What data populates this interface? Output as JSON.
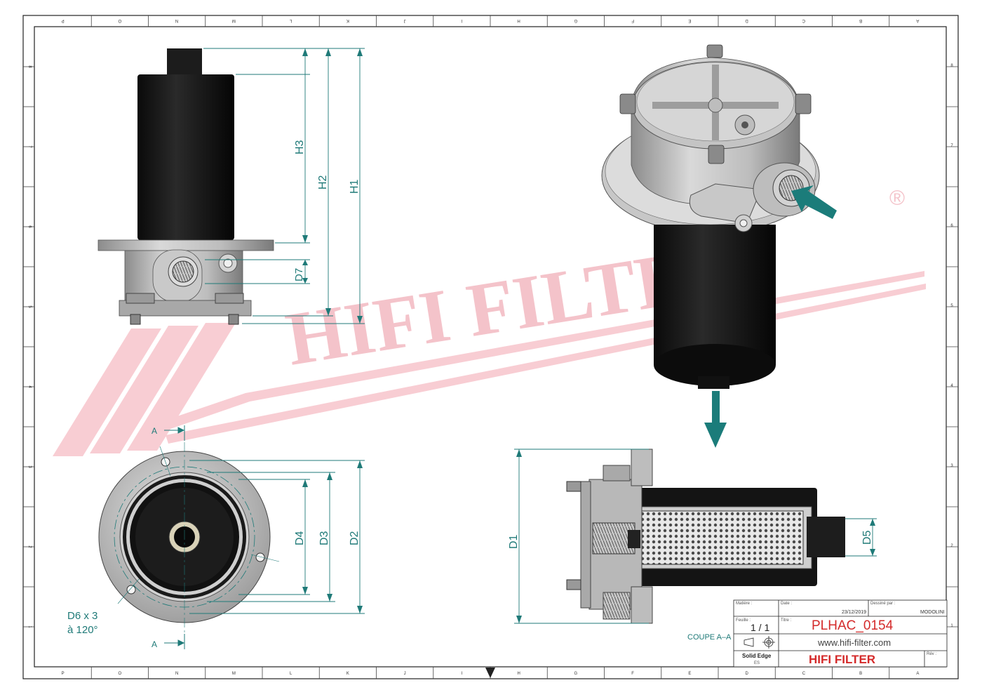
{
  "border": {
    "top_letters": [
      "P",
      "O",
      "N",
      "M",
      "L",
      "K",
      "J",
      "I",
      "H",
      "G",
      "F",
      "E",
      "D",
      "C",
      "B",
      "A"
    ],
    "bottom_letters": [
      "P",
      "O",
      "N",
      "M",
      "L",
      "K",
      "J",
      "I",
      "H",
      "G",
      "F",
      "E",
      "D",
      "C",
      "B",
      "A"
    ],
    "side_numbers": [
      "8",
      "7",
      "6",
      "5",
      "4",
      "3",
      "2",
      "1"
    ]
  },
  "watermark": {
    "brand": "HIFI FILTER",
    "registered": "®"
  },
  "views": {
    "front_dims": {
      "h3": "H3",
      "h2": "H2",
      "h1": "H1",
      "d7": "D7"
    },
    "top_dims": {
      "d4": "D4",
      "d3": "D3",
      "d2": "D2",
      "section_mark": "A",
      "holes_line1": "D6 x 3",
      "holes_line2": "à 120°"
    },
    "section_dims": {
      "d1": "D1",
      "d5": "D5",
      "label": "COUPE A–A"
    }
  },
  "title_block": {
    "matiere_label": "Matière :",
    "date_label": "Date :",
    "date_value": "23/12/2019",
    "dessine_label": "Dessiné par :",
    "dessine_value": "MODOLINI",
    "feuille_label": "Feuille :",
    "feuille_value": "1 / 1",
    "titre_label": "Titre :",
    "part_number": "PLHAC_0154",
    "website": "www.hifi-filter.com",
    "software": "Solid Edge",
    "software_sub": "ES",
    "company": "HIFI FILTER",
    "rev_label": "Rév :"
  },
  "colors": {
    "dimension": "#1f7a78",
    "watermark": "#f2b9c1",
    "part_number": "#d42a2a",
    "company": "#d42a2a",
    "arrow": "#1b7c7a",
    "body_black": "#141414",
    "metal": "#b5b5b5"
  }
}
